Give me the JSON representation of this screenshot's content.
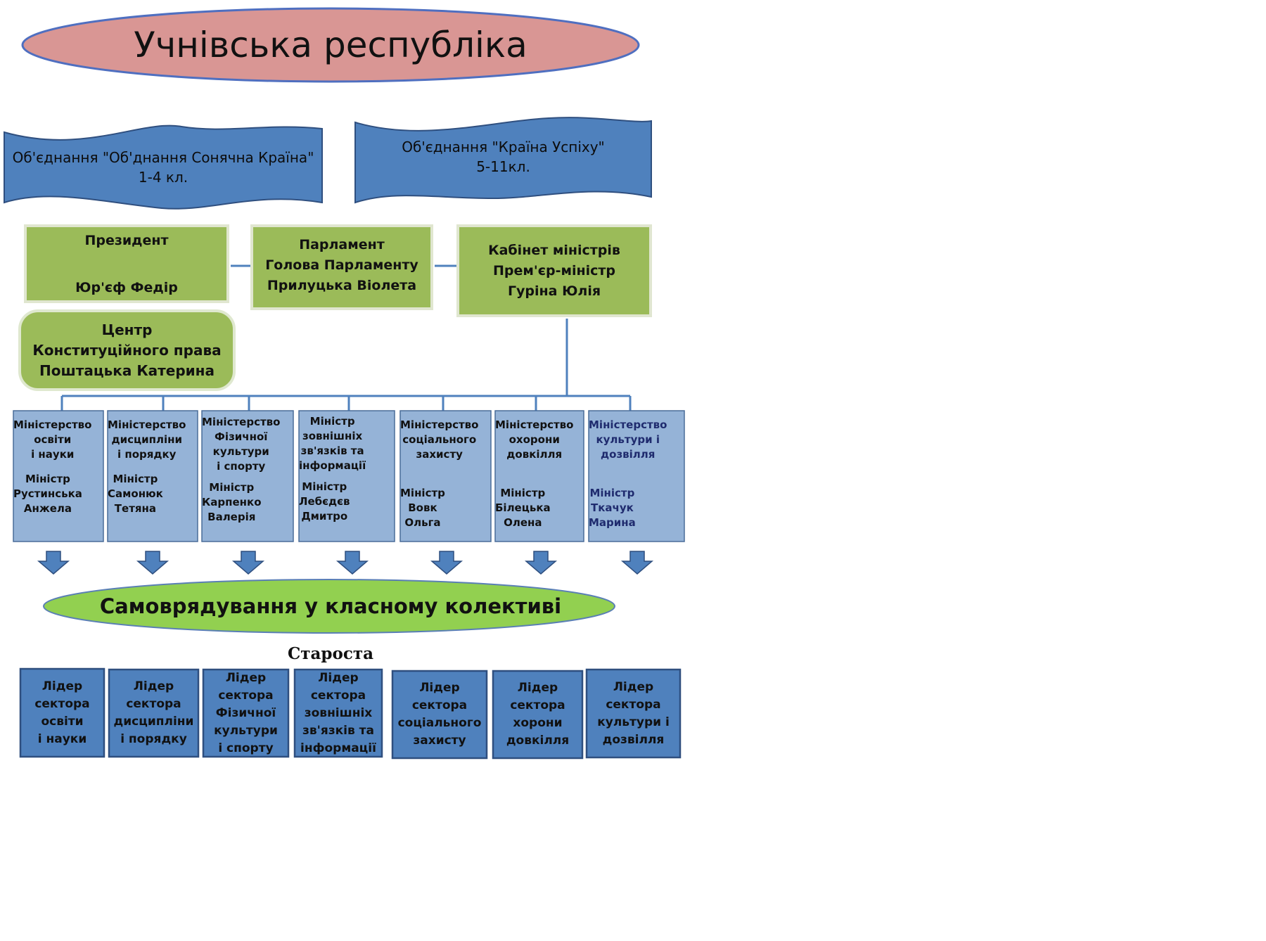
{
  "title": "Учнівська республіка",
  "banners": [
    {
      "line1": "Об'єднання \"Об'днання Сонячна Країна\"",
      "line2": "1-4 кл."
    },
    {
      "line1": "Об'єднання \"Країна Успіху\"",
      "line2": "5-11кл."
    }
  ],
  "president": {
    "title": "Президент",
    "name": "Юр'єф Федір"
  },
  "parliament": {
    "title": "Парламент",
    "role": "Голова Парламенту",
    "name": "Прилуцька Віолета"
  },
  "cabinet": {
    "title": "Кабінет  міністрів",
    "role": "Прем'єр-міністр",
    "name": "Гуріна Юлія"
  },
  "constitutional_center": {
    "line1": "Центр",
    "line2": "Конституційного права",
    "line3": "Поштацька Катерина"
  },
  "ministries": [
    {
      "name": "Міністерство\nосвіти\nі науки",
      "minister": "Міністр\nРустинська\nАнжела"
    },
    {
      "name": "Міністерство\nдисципліни\nі порядку",
      "minister": "Міністр\nСамонюк\nТетяна"
    },
    {
      "name": "Міністерство\nФізичної\nкультури\nі спорту",
      "minister": "Міністр\nКарпенко\nВалерія"
    },
    {
      "name": "Міністр\nзовнішніх\nзв'язків та\nінформації",
      "minister": "Міністр\nЛебєдєв\nДмитро"
    },
    {
      "name": "Міністерство\nсоціального\nзахисту",
      "minister": "Міністр\nВовк\nОльга"
    },
    {
      "name": "Міністерство\nохорони\nдовкілля",
      "minister": "Міністр\nБілецька\nОлена"
    },
    {
      "name": "Міністерство\nкультури і\nдозвілля",
      "minister": "Міністр\nТкачук\nМарина"
    }
  ],
  "self_government": "Самоврядування у класному колективі",
  "starosta": "Староста",
  "leaders": [
    "Лідер\nсектора\nосвіти\nі науки",
    "Лідер\nсектора\nдисципліни\nі порядку",
    "Лідер\nсектора\nФізичної\nкультури\nі спорту",
    "Лідер\nсектора\nзовнішніх\nзв'язків та\nінформації",
    "Лідер\nсектора\nсоціального\nзахисту",
    "Лідер\nсектора\nхорони\nдовкілля",
    "Лідер\nсектора\nкультури і\nдозвілля"
  ],
  "colors": {
    "title_fill": "#d99694",
    "title_stroke": "#4f6fc0",
    "banner_fill": "#4f81bd",
    "green_fill": "#9bbb59",
    "ministry_fill": "#95b3d7",
    "ministry_stroke": "#4a6d99",
    "leader_fill": "#4f81bd",
    "leader_stroke": "#2f4f7f",
    "ellipse_fill": "#92d050",
    "connector": "#4f81bd"
  }
}
